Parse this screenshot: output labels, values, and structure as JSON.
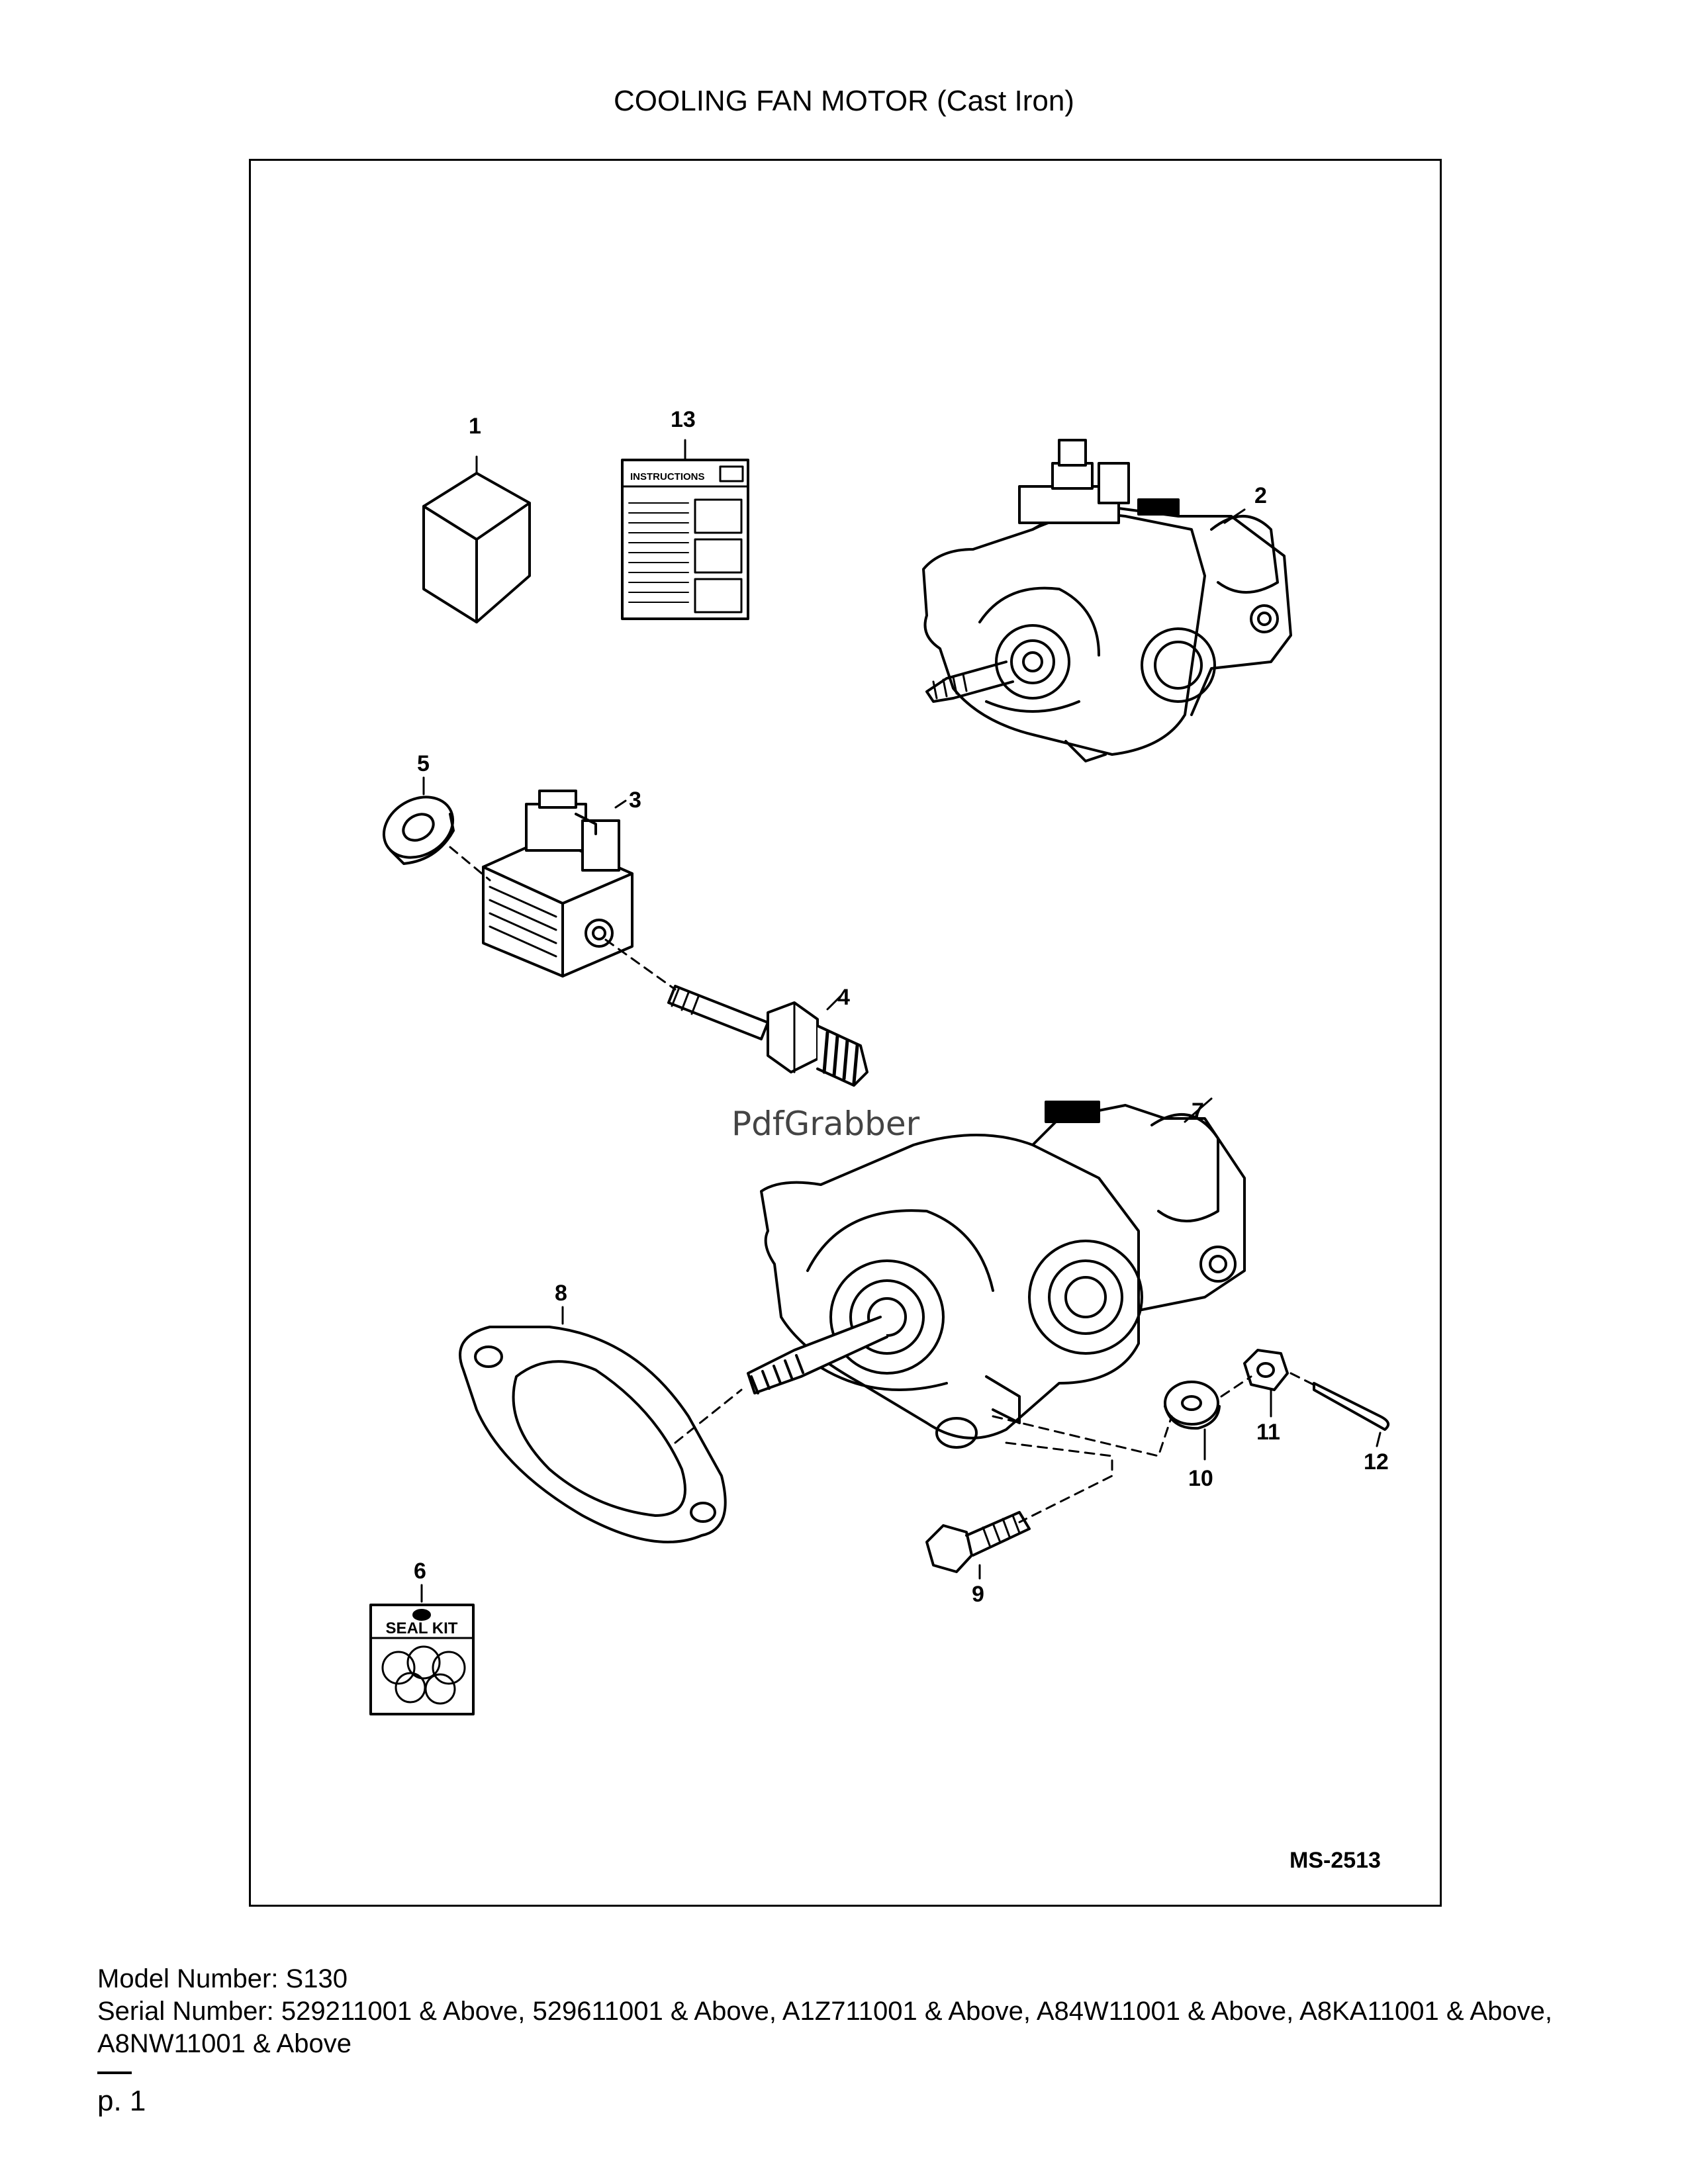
{
  "title": "COOLING FAN MOTOR (Cast Iron)",
  "diagram": {
    "figure_id": "MS-2513",
    "callouts": [
      "1",
      "2",
      "3",
      "4",
      "5",
      "6",
      "7",
      "8",
      "9",
      "10",
      "11",
      "12",
      "13"
    ],
    "instructions_label": "INSTRUCTIONS",
    "seal_kit_label": "SEAL KIT",
    "watermark": "PdfGrabber"
  },
  "footer": {
    "model": "Model Number: S130",
    "serial": "Serial Number: 529211001 & Above, 529611001 & Above, A1Z711001 & Above, A84W11001 & Above, A8KA11001 & Above, A8NW11001 & Above"
  },
  "page": "p. 1"
}
